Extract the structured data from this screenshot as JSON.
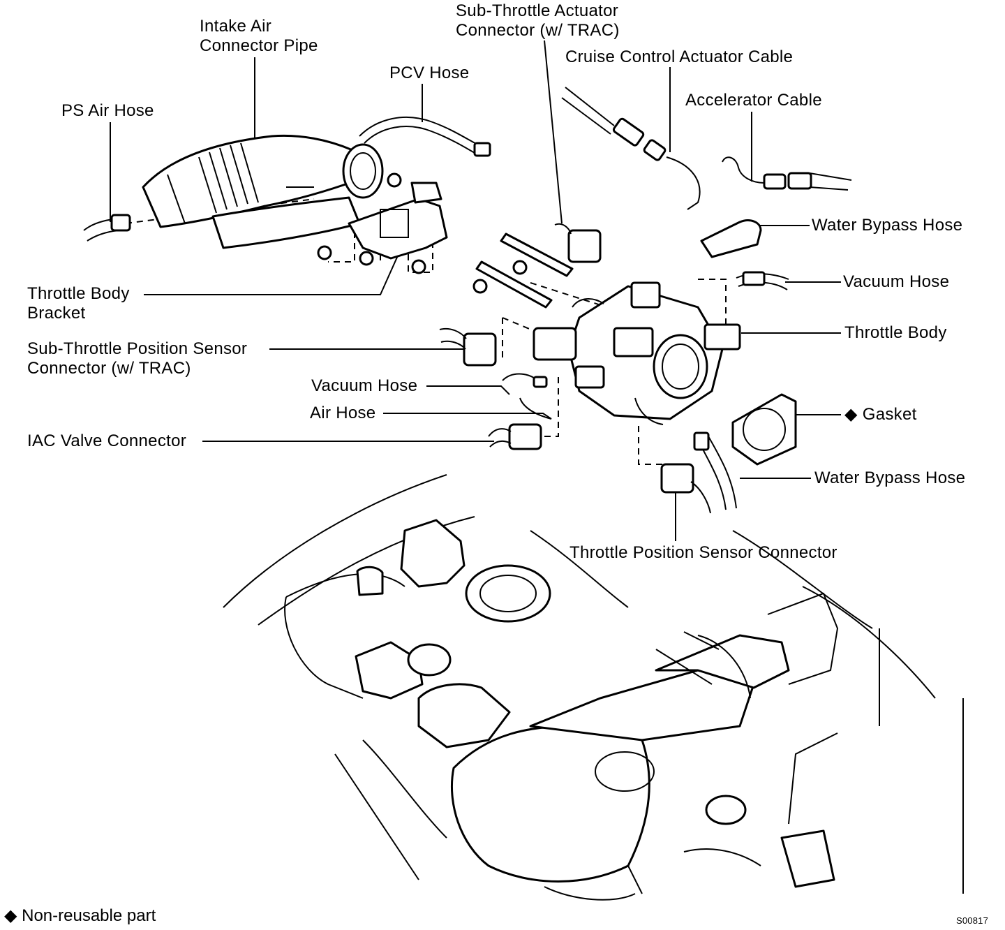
{
  "labels": {
    "sub_throttle_actuator": [
      "Sub-Throttle Actuator",
      "Connector (w/ TRAC)"
    ],
    "intake_air_connector_pipe": [
      "Intake Air",
      "Connector Pipe"
    ],
    "pcv_hose": "PCV Hose",
    "cruise_control_cable": "Cruise Control Actuator Cable",
    "accelerator_cable": "Accelerator Cable",
    "ps_air_hose": "PS Air Hose",
    "water_bypass_hose_upper": "Water Bypass Hose",
    "vacuum_hose_right": "Vacuum Hose",
    "throttle_body_bracket": [
      "Throttle Body",
      "Bracket"
    ],
    "throttle_body": "Throttle Body",
    "sub_throttle_position_sensor": [
      "Sub-Throttle Position Sensor",
      "Connector (w/ TRAC)"
    ],
    "vacuum_hose_left": "Vacuum Hose",
    "air_hose": "Air Hose",
    "gasket": "◆ Gasket",
    "iac_valve_connector": "IAC Valve Connector",
    "water_bypass_hose_lower": "Water Bypass Hose",
    "throttle_position_sensor": "Throttle Position Sensor Connector"
  },
  "legend": {
    "non_reusable": "◆ Non-reusable part"
  },
  "figure_id": "S00817"
}
